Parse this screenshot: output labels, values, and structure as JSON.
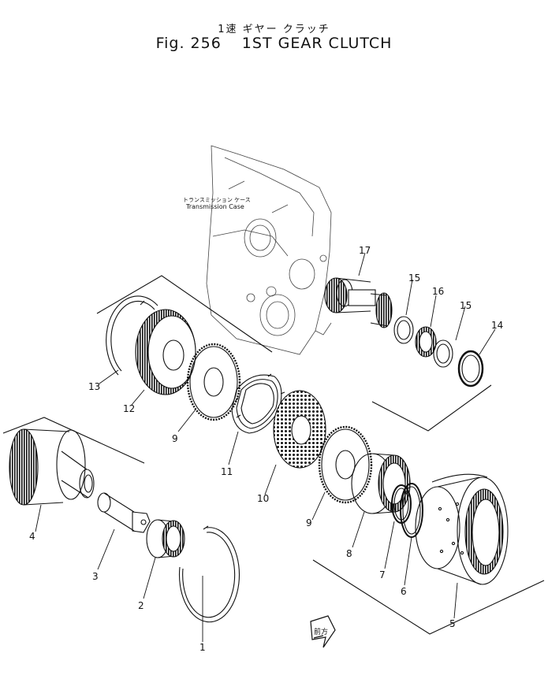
{
  "header": {
    "japanese_title": "1速 ギヤー クラッチ",
    "fig_label": "Fig. 256",
    "title": "1ST GEAR CLUTCH"
  },
  "case_label": {
    "japanese": "トランスミッション ケース",
    "english": "Transmission Case"
  },
  "arrow_label": "前方",
  "callouts": [
    "1",
    "2",
    "3",
    "4",
    "5",
    "6",
    "7",
    "8",
    "9",
    "9",
    "10",
    "11",
    "12",
    "13",
    "14",
    "15",
    "15",
    "16",
    "17"
  ]
}
